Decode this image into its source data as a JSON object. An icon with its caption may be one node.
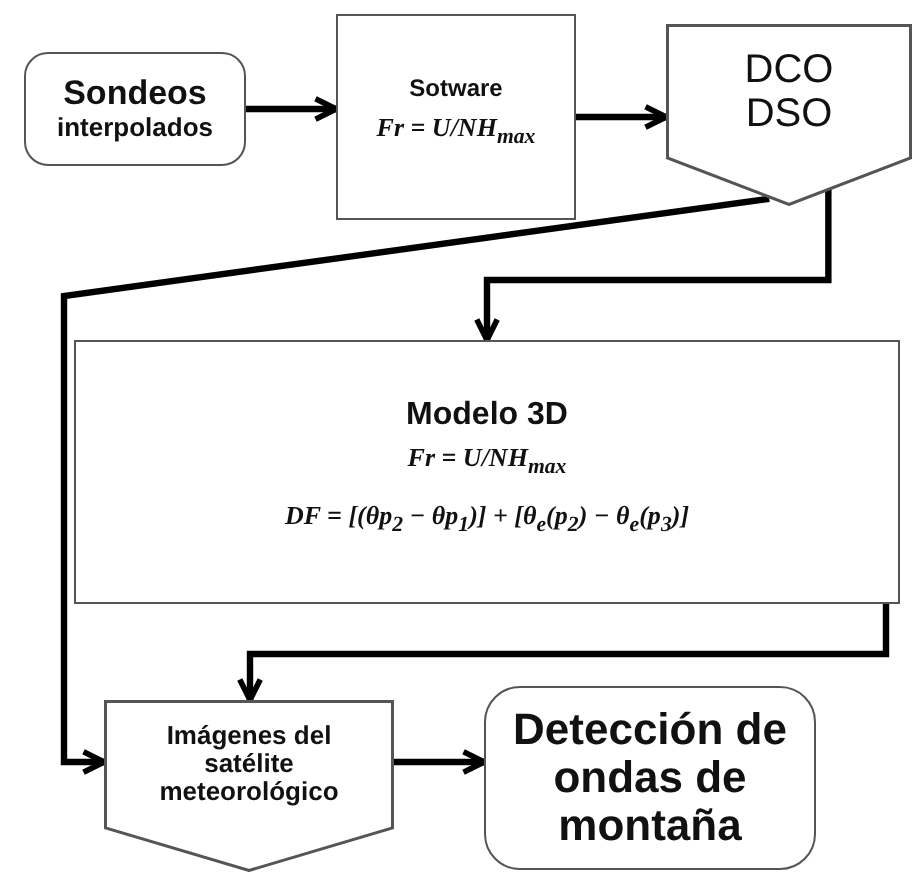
{
  "diagram": {
    "nodes": [
      {
        "text": [
          "Sondeos",
          "interpolados"
        ]
      },
      {
        "text": [
          "Sotware",
          "Fr = U/NH$_{max}$"
        ]
      },
      {
        "text": [
          "DCO DSO"
        ]
      },
      {
        "text": [
          "Modelo 3D",
          "Fr = U/NH$_{max}$",
          "DF = [(θp$_{2}$ − θp$_{1}$)] + [θ$_{e}$(p$_{2}$) − θ$_{e}$(p$_{3}$)]"
        ]
      },
      {
        "text": [
          "Imágenes del satélite meteorológico"
        ]
      },
      {
        "text": [
          "Detección de ondas de montaña"
        ]
      }
    ],
    "edges": [
      {
        "from": 0,
        "to": 1,
        "arrow": "to"
      },
      {
        "from": 1,
        "to": 2,
        "arrow": "to"
      },
      {
        "from": 2,
        "to": 3,
        "arrow": "to"
      },
      {
        "from": 2,
        "to": 4,
        "arrow": "to"
      },
      {
        "from": 3,
        "to": 4,
        "arrow": "to"
      },
      {
        "from": 4,
        "to": 5,
        "arrow": "to"
      }
    ]
  }
}
